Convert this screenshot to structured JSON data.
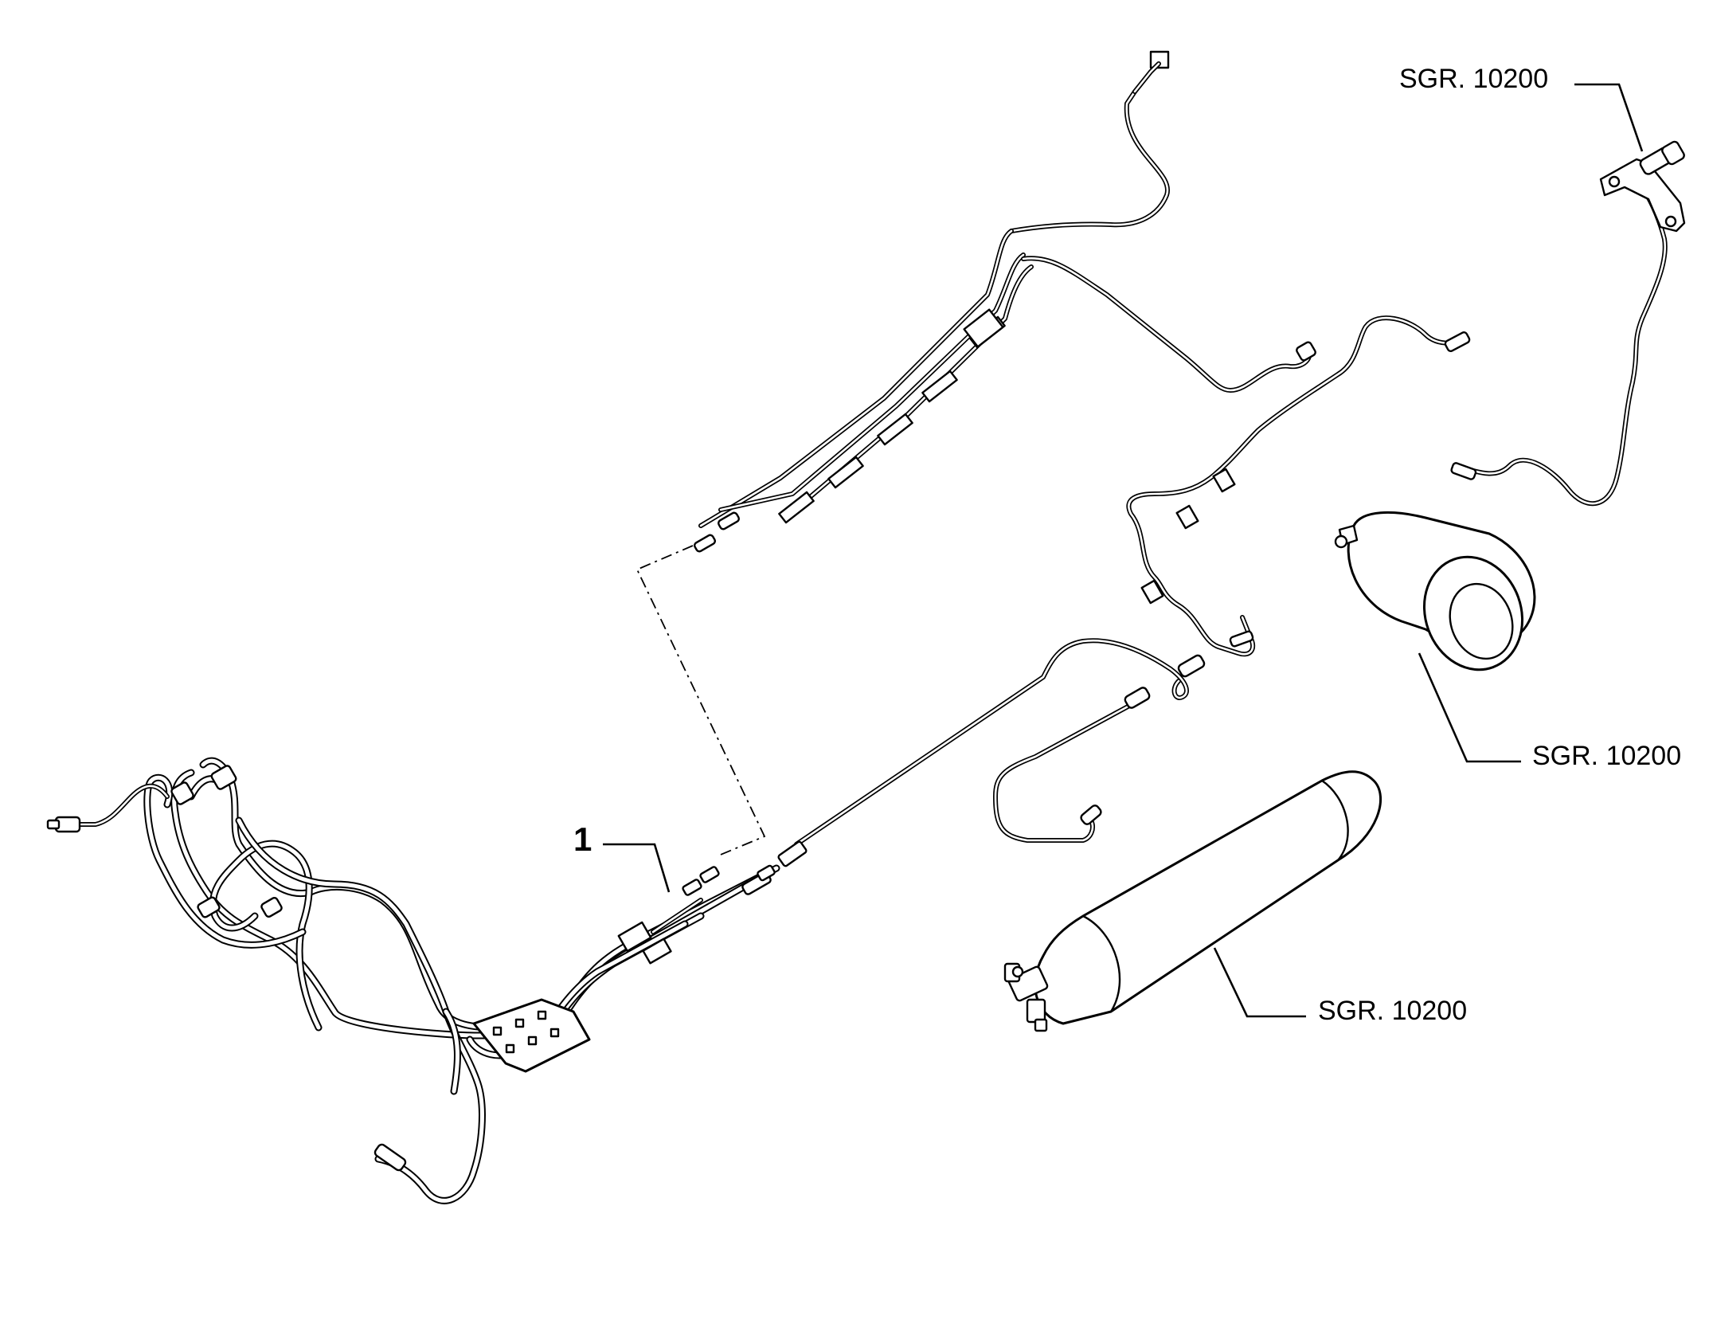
{
  "callouts": {
    "part_number": "1",
    "ref_top_right": "SGR. 10200",
    "ref_middle_right": "SGR. 10200",
    "ref_bottom": "SGR. 10200"
  }
}
